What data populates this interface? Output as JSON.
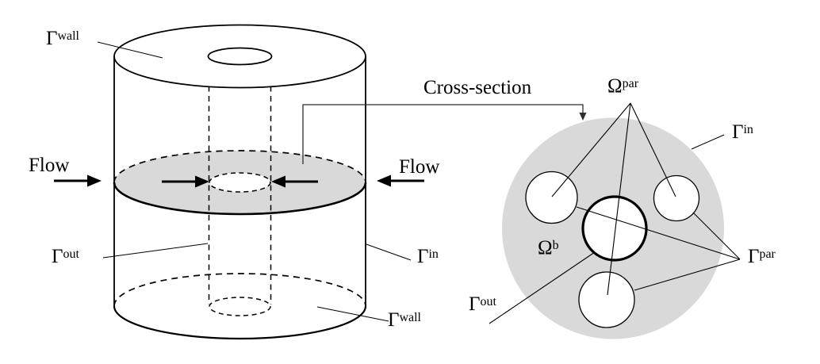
{
  "colors": {
    "shade": "#d9d9d9",
    "line": "#000000",
    "connector": "#2e2e2e"
  },
  "cylinder_view": {
    "flow_left": "Flow",
    "flow_right": "Flow",
    "labels": {
      "wall_top": {
        "base": "Γ",
        "sup": "wall"
      },
      "out": {
        "base": "Γ",
        "sup": "out"
      },
      "inlet": {
        "base": "Γ",
        "sup": "in"
      },
      "wall_bottom": {
        "base": "Γ",
        "sup": "wall"
      }
    }
  },
  "connector": {
    "label": "Cross-section"
  },
  "cross_section_view": {
    "labels": {
      "omega_par": {
        "base": "Ω",
        "sup": "par"
      },
      "gamma_in": {
        "base": "Γ",
        "sup": "in"
      },
      "gamma_par": {
        "base": "Γ",
        "sup": "par"
      },
      "omega_b": {
        "base": "Ω",
        "sup": "b"
      },
      "gamma_out": {
        "base": "Γ",
        "sup": "out"
      }
    }
  }
}
